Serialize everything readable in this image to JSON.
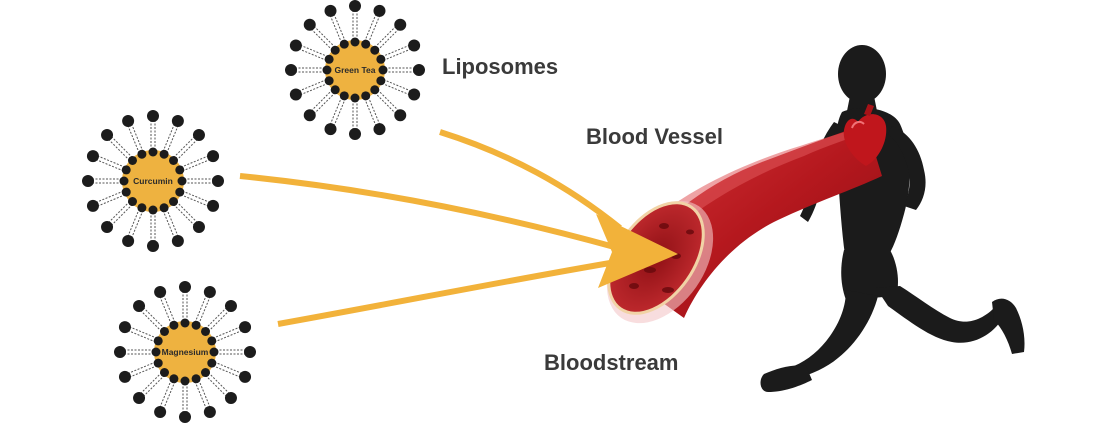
{
  "labels": {
    "liposomes": "Liposomes",
    "blood_vessel": "Blood Vessel",
    "bloodstream": "Bloodstream"
  },
  "liposomes": [
    {
      "name": "green-tea",
      "label": "Green Tea"
    },
    {
      "name": "curcumin",
      "label": "Curcumin"
    },
    {
      "name": "magnesium",
      "label": "Magnesium"
    }
  ],
  "colors": {
    "core": "#eeb240",
    "lipid_head": "#1c1c1c",
    "arrow": "#f2b23a",
    "vessel": "#b5181e",
    "vessel_dark": "#7e0c10",
    "vessel_inner": "#d9464a",
    "heart": "#c0161c",
    "silhouette": "#1b1b1b"
  },
  "icons": {
    "runner": "runner-silhouette-icon",
    "heart": "heart-icon"
  }
}
